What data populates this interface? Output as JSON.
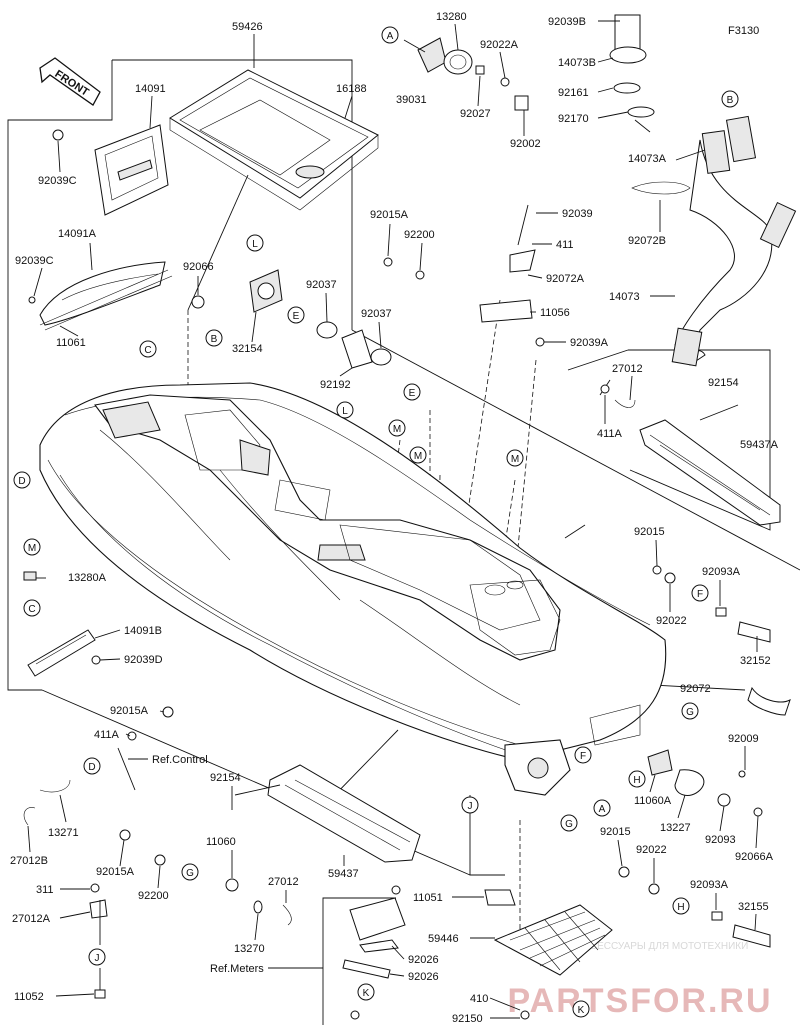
{
  "figure_code": "F3130",
  "front_label": "FRONT",
  "watermark": {
    "text": "PARTSFOR.RU",
    "subtext": "ЗАПЧАСТИ И АКСЕССУАРЫ ДЛЯ МОТОТЕХНИКИ"
  },
  "parts": [
    {
      "id": "p59426",
      "label": "59426"
    },
    {
      "id": "p13280",
      "label": "13280"
    },
    {
      "id": "p92039B",
      "label": "92039B"
    },
    {
      "id": "p14091",
      "label": "14091"
    },
    {
      "id": "p16188",
      "label": "16188"
    },
    {
      "id": "p39031",
      "label": "39031"
    },
    {
      "id": "p92022A",
      "label": "92022A"
    },
    {
      "id": "p92027",
      "label": "92027"
    },
    {
      "id": "p14073B",
      "label": "14073B"
    },
    {
      "id": "p92161",
      "label": "92161"
    },
    {
      "id": "p92170",
      "label": "92170"
    },
    {
      "id": "p92002",
      "label": "92002"
    },
    {
      "id": "p92039C_top",
      "label": "92039C"
    },
    {
      "id": "p14073A",
      "label": "14073A"
    },
    {
      "id": "p92015A_top",
      "label": "92015A"
    },
    {
      "id": "p92039",
      "label": "92039"
    },
    {
      "id": "p92200_top",
      "label": "92200"
    },
    {
      "id": "p411",
      "label": "411"
    },
    {
      "id": "p92072B",
      "label": "92072B"
    },
    {
      "id": "p14091A",
      "label": "14091A"
    },
    {
      "id": "p92039C_mid",
      "label": "92039C"
    },
    {
      "id": "p92066",
      "label": "92066"
    },
    {
      "id": "p92072A",
      "label": "92072A"
    },
    {
      "id": "p92037_a",
      "label": "92037"
    },
    {
      "id": "p92037_b",
      "label": "92037"
    },
    {
      "id": "p11056",
      "label": "11056"
    },
    {
      "id": "p14073",
      "label": "14073"
    },
    {
      "id": "p11061",
      "label": "11061"
    },
    {
      "id": "p32154",
      "label": "32154"
    },
    {
      "id": "p92192",
      "label": "92192"
    },
    {
      "id": "p92039A",
      "label": "92039A"
    },
    {
      "id": "p27012",
      "label": "27012"
    },
    {
      "id": "p92154_top",
      "label": "92154"
    },
    {
      "id": "p411A_top",
      "label": "411A"
    },
    {
      "id": "p59437A",
      "label": "59437A"
    },
    {
      "id": "p13280A",
      "label": "13280A"
    },
    {
      "id": "p92015_r",
      "label": "92015"
    },
    {
      "id": "p92093A_r",
      "label": "92093A"
    },
    {
      "id": "p14091B",
      "label": "14091B"
    },
    {
      "id": "p92039D",
      "label": "92039D"
    },
    {
      "id": "p92022_r",
      "label": "92022"
    },
    {
      "id": "p32152",
      "label": "32152"
    },
    {
      "id": "p92072",
      "label": "92072"
    },
    {
      "id": "p92015A_bl",
      "label": "92015A"
    },
    {
      "id": "p411A_bl",
      "label": "411A"
    },
    {
      "id": "pRefControl",
      "label": "Ref.Control"
    },
    {
      "id": "p92009",
      "label": "92009"
    },
    {
      "id": "p92154_bl",
      "label": "92154"
    },
    {
      "id": "p11060A",
      "label": "11060A"
    },
    {
      "id": "p13227",
      "label": "13227"
    },
    {
      "id": "p92093",
      "label": "92093"
    },
    {
      "id": "p92066A",
      "label": "92066A"
    },
    {
      "id": "p13271",
      "label": "13271"
    },
    {
      "id": "p11060",
      "label": "11060"
    },
    {
      "id": "p27012B",
      "label": "27012B"
    },
    {
      "id": "p92015A_b2",
      "label": "92015A"
    },
    {
      "id": "p92015_b",
      "label": "92015"
    },
    {
      "id": "p92022_b",
      "label": "92022"
    },
    {
      "id": "p59437",
      "label": "59437"
    },
    {
      "id": "p27012_b",
      "label": "27012"
    },
    {
      "id": "p92200_b",
      "label": "92200"
    },
    {
      "id": "p311",
      "label": "311"
    },
    {
      "id": "p11051",
      "label": "11051"
    },
    {
      "id": "p92093A_b",
      "label": "92093A"
    },
    {
      "id": "p27012A",
      "label": "27012A"
    },
    {
      "id": "p13270",
      "label": "13270"
    },
    {
      "id": "p32155",
      "label": "32155"
    },
    {
      "id": "p59446",
      "label": "59446"
    },
    {
      "id": "pRefMeters",
      "label": "Ref.Meters"
    },
    {
      "id": "p92026_a",
      "label": "92026"
    },
    {
      "id": "p92026_b",
      "label": "92026"
    },
    {
      "id": "p410",
      "label": "410"
    },
    {
      "id": "p11052",
      "label": "11052"
    },
    {
      "id": "p92150",
      "label": "92150"
    }
  ],
  "callouts": [
    {
      "id": "cA1",
      "letter": "A"
    },
    {
      "id": "cB1",
      "letter": "B"
    },
    {
      "id": "cL1",
      "letter": "L"
    },
    {
      "id": "cC1",
      "letter": "C"
    },
    {
      "id": "cE1",
      "letter": "E"
    },
    {
      "id": "cB2",
      "letter": "B"
    },
    {
      "id": "cE2",
      "letter": "E"
    },
    {
      "id": "cL2",
      "letter": "L"
    },
    {
      "id": "cM1",
      "letter": "M"
    },
    {
      "id": "cM2",
      "letter": "M"
    },
    {
      "id": "cM3",
      "letter": "M"
    },
    {
      "id": "cD1",
      "letter": "D"
    },
    {
      "id": "cM4",
      "letter": "M"
    },
    {
      "id": "cC2",
      "letter": "C"
    },
    {
      "id": "cF1",
      "letter": "F"
    },
    {
      "id": "cG1",
      "letter": "G"
    },
    {
      "id": "cD2",
      "letter": "D"
    },
    {
      "id": "cF2",
      "letter": "F"
    },
    {
      "id": "cH1",
      "letter": "H"
    },
    {
      "id": "cA2",
      "letter": "A"
    },
    {
      "id": "cJ1",
      "letter": "J"
    },
    {
      "id": "cG2",
      "letter": "G"
    },
    {
      "id": "cG3",
      "letter": "G"
    },
    {
      "id": "cH2",
      "letter": "H"
    },
    {
      "id": "cJ2",
      "letter": "J"
    },
    {
      "id": "cK1",
      "letter": "K"
    },
    {
      "id": "cK2",
      "letter": "K"
    }
  ]
}
